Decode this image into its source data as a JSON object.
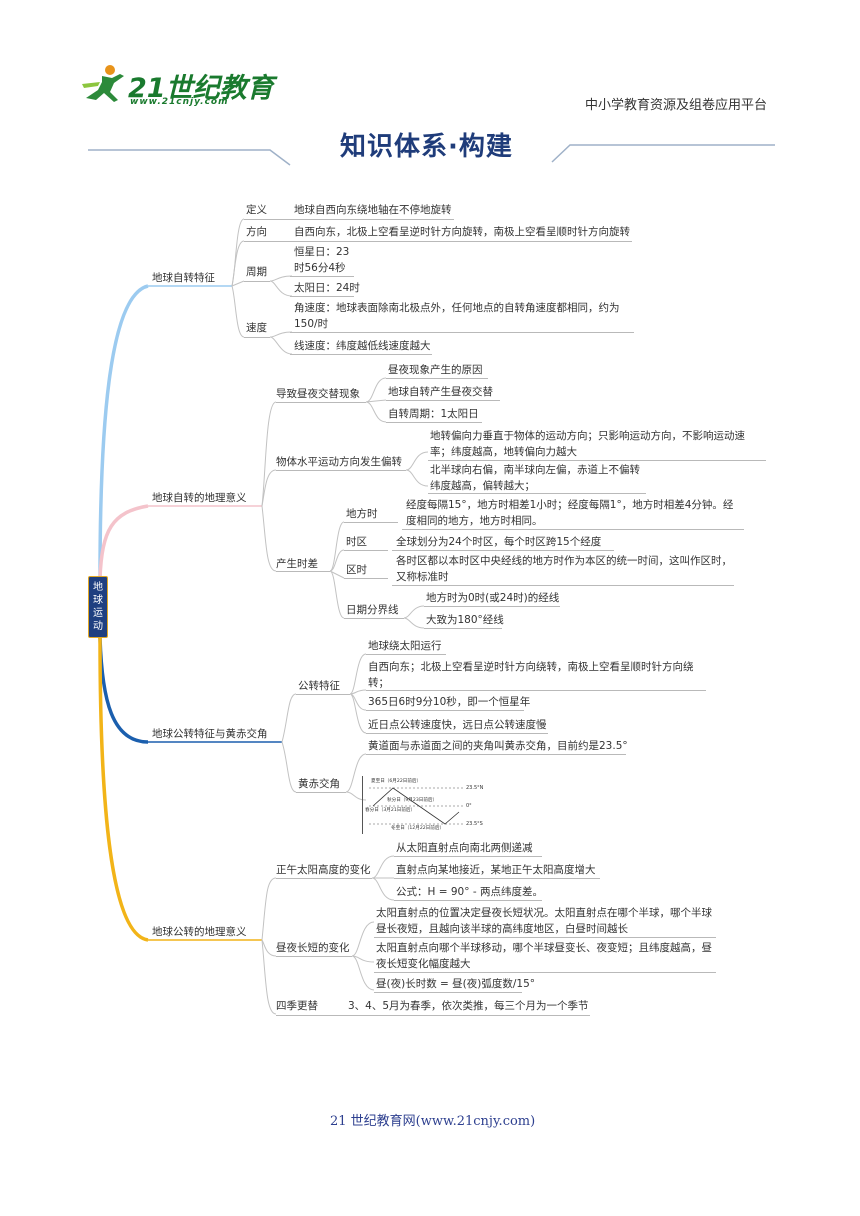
{
  "header": {
    "logo_text": "21世纪教育",
    "logo_url": "www.21cnjy.com",
    "platform": "中小学教育资源及组卷应用平台"
  },
  "banner": {
    "title": "知识体系·构建"
  },
  "root": {
    "chars": [
      "地",
      "球",
      "运",
      "动"
    ]
  },
  "branches": {
    "b1": {
      "label": "地球自转特征",
      "def": {
        "label": "定义",
        "text": "地球自西向东绕地轴在不停地旋转"
      },
      "dir": {
        "label": "方向",
        "text": "自西向东，北极上空看呈逆时针方向旋转，南极上空看呈顺时针方向旋转"
      },
      "period": {
        "label": "周期",
        "sidereal": "恒星日：23时56分4秒",
        "solar": "太阳日：24时"
      },
      "speed": {
        "label": "速度",
        "angular": "角速度：地球表面除南北极点外，任何地点的自转角速度都相同，约为150/时",
        "linear": "线速度：纬度越低线速度越大"
      }
    },
    "b2": {
      "label": "地球自转的地理意义",
      "daynight": {
        "label": "导致昼夜交替现象",
        "c1": "昼夜现象产生的原因",
        "c2": "地球自转产生昼夜交替",
        "c3": "自转周期：1太阳日"
      },
      "deflect": {
        "label": "物体水平运动方向发生偏转",
        "c1": "地转偏向力垂直于物体的运动方向；只影响运动方向，不影响运动速率；纬度越高，地转偏向力越大",
        "c2": "北半球向右偏，南半球向左偏，赤道上不偏转纬度越高，偏转越大；"
      },
      "timediff": {
        "label": "产生时差",
        "local": {
          "label": "地方时",
          "text": "经度每隔15°，地方时相差1小时；经度每隔1°，地方时相差4分钟。经度相同的地方，地方时相同。"
        },
        "zone": {
          "label": "时区",
          "text": "全球划分为24个时区，每个时区跨15个经度"
        },
        "zonetime": {
          "label": "区时",
          "text": "各时区都以本时区中央经线的地方时作为本区的统一时间，这叫作区时，又称标准时"
        },
        "dateline": {
          "label": "日期分界线",
          "c1": "地方时为0时(或24时)的经线",
          "c2": "大致为180°经线"
        }
      }
    },
    "b3": {
      "label": "地球公转特征与黄赤交角",
      "rev": {
        "label": "公转特征",
        "c1": "地球绕太阳运行",
        "c2": "自西向东；北极上空看呈逆时针方向绕转，南极上空看呈顺时针方向绕转；",
        "c3": "365日6时9分10秒，即一个恒星年",
        "c4": "近日点公转速度快，远日点公转速度慢"
      },
      "obliq": {
        "label": "黄赤交角",
        "text": "黄道面与赤道面之间的夹角叫黄赤交角，目前约是23.5°",
        "fig": {
          "summer": "夏至日（6月22日前后）",
          "autumn": "秋分日（9月23日前后）",
          "spring": "春分日（3月21日前后）",
          "winter": "冬至日（12月22日前后）",
          "n": "23.5°N",
          "zero": "0°",
          "s": "23.5°S"
        }
      }
    },
    "b4": {
      "label": "地球公转的地理意义",
      "noon": {
        "label": "正午太阳高度的变化",
        "c1": "从太阳直射点向南北两侧递减",
        "c2": "直射点向某地接近，某地正午太阳高度增大",
        "c3": "公式：H = 90° - 两点纬度差。"
      },
      "daylen": {
        "label": "昼夜长短的变化",
        "c1": "太阳直射点的位置决定昼夜长短状况。太阳直射点在哪个半球，哪个半球昼长夜短，且越向该半球的高纬度地区，白昼时间越长",
        "c2": "太阳直射点向哪个半球移动，哪个半球昼变长、夜变短；且纬度越高，昼夜长短变化幅度越大",
        "c3": "昼(夜)长时数 = 昼(夜)弧度数/15°"
      },
      "season": {
        "label": "四季更替",
        "text": "3、4、5月为春季，依次类推，每三个月为一个季节"
      }
    }
  },
  "footer": {
    "text": "21 世纪教育网(www.21cnjy.com)"
  },
  "colors": {
    "branch1": "#9ccbf0",
    "branch2": "#f4c3cb",
    "branch3": "#1b5fae",
    "branch4": "#f2b418",
    "root": "#1f3f80",
    "title": "#1f3c7a"
  }
}
